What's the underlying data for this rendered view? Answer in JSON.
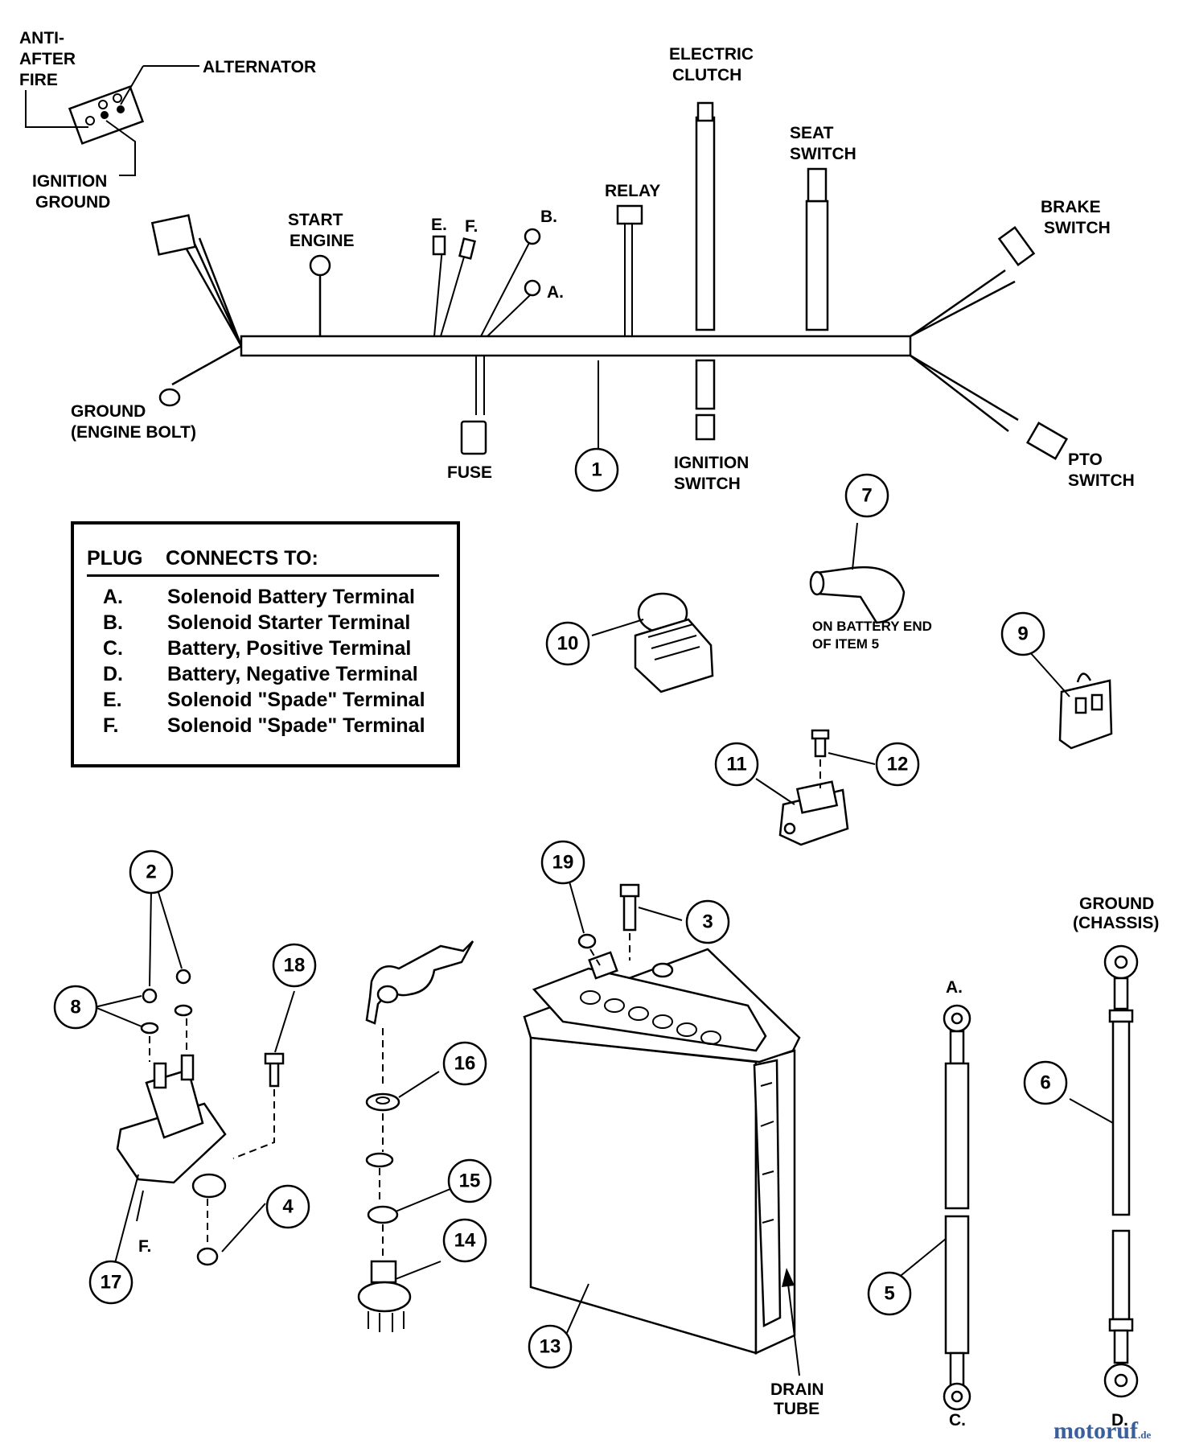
{
  "harness_labels": {
    "anti_after_fire": [
      "ANTI-",
      "AFTER",
      "FIRE"
    ],
    "alternator": "ALTERNATOR",
    "ignition_ground": [
      "IGNITION",
      "GROUND"
    ],
    "start_engine": [
      "START",
      "ENGINE"
    ],
    "plug_e": "E.",
    "plug_f": "F.",
    "plug_b": "B.",
    "plug_a": "A.",
    "relay": "RELAY",
    "electric_clutch": [
      "ELECTRIC",
      "CLUTCH"
    ],
    "seat_switch": [
      "SEAT",
      "SWITCH"
    ],
    "brake_switch": [
      "BRAKE",
      "SWITCH"
    ],
    "ground_engine_bolt": [
      "GROUND",
      "(ENGINE BOLT)"
    ],
    "fuse": "FUSE",
    "ignition_switch": [
      "IGNITION",
      "SWITCH"
    ],
    "pto_switch": [
      "PTO",
      "SWITCH"
    ]
  },
  "part_labels": {
    "battery_end_note": [
      "ON BATTERY END",
      "OF ITEM 5"
    ],
    "ground_chassis": [
      "GROUND",
      "(CHASSIS)"
    ],
    "drain_tube": [
      "DRAIN",
      "TUBE"
    ],
    "cable_a": "A.",
    "cable_c": "C.",
    "cable_d": "D.",
    "solenoid_f": "F."
  },
  "callouts": {
    "c1": "1",
    "c2": "2",
    "c3": "3",
    "c4": "4",
    "c5": "5",
    "c6": "6",
    "c7": "7",
    "c8": "8",
    "c9": "9",
    "c10": "10",
    "c11": "11",
    "c12": "12",
    "c13": "13",
    "c14": "14",
    "c15": "15",
    "c16": "16",
    "c17": "17",
    "c18": "18",
    "c19": "19"
  },
  "legend": {
    "header_plug": "PLUG",
    "header_connects": "CONNECTS TO:",
    "rows": [
      {
        "plug": "A.",
        "connects_to": "Solenoid Battery Terminal"
      },
      {
        "plug": "B.",
        "connects_to": "Solenoid Starter Terminal"
      },
      {
        "plug": "C.",
        "connects_to": "Battery, Positive Terminal"
      },
      {
        "plug": "D.",
        "connects_to": "Battery, Negative Terminal"
      },
      {
        "plug": "E.",
        "connects_to": "Solenoid \"Spade\" Terminal"
      },
      {
        "plug": "F.",
        "connects_to": "Solenoid \"Spade\" Terminal"
      }
    ]
  },
  "watermark": {
    "brand": "motoruf",
    "suffix": ".de"
  }
}
